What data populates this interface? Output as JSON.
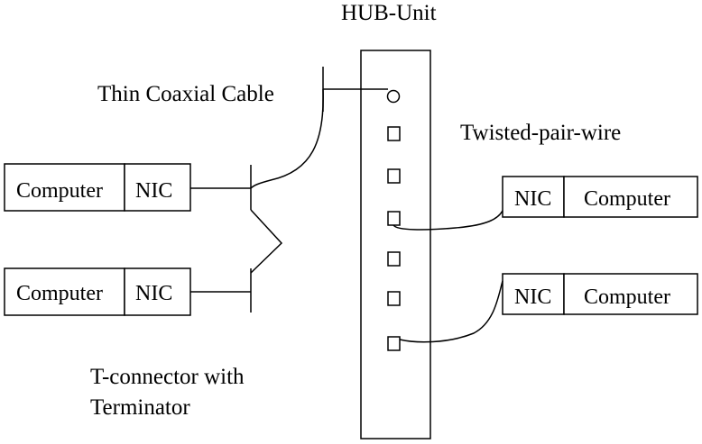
{
  "labels": {
    "hub_title": "HUB-Unit",
    "coax_label": "Thin Coaxial Cable",
    "twisted_label": "Twisted-pair-wire",
    "tconnector_line1": "T-connector with",
    "tconnector_line2": "Terminator"
  },
  "left_computers": [
    {
      "computer": "Computer",
      "nic": "NIC"
    },
    {
      "computer": "Computer",
      "nic": "NIC"
    }
  ],
  "right_computers": [
    {
      "nic": "NIC",
      "computer": "Computer"
    },
    {
      "nic": "NIC",
      "computer": "Computer"
    }
  ]
}
